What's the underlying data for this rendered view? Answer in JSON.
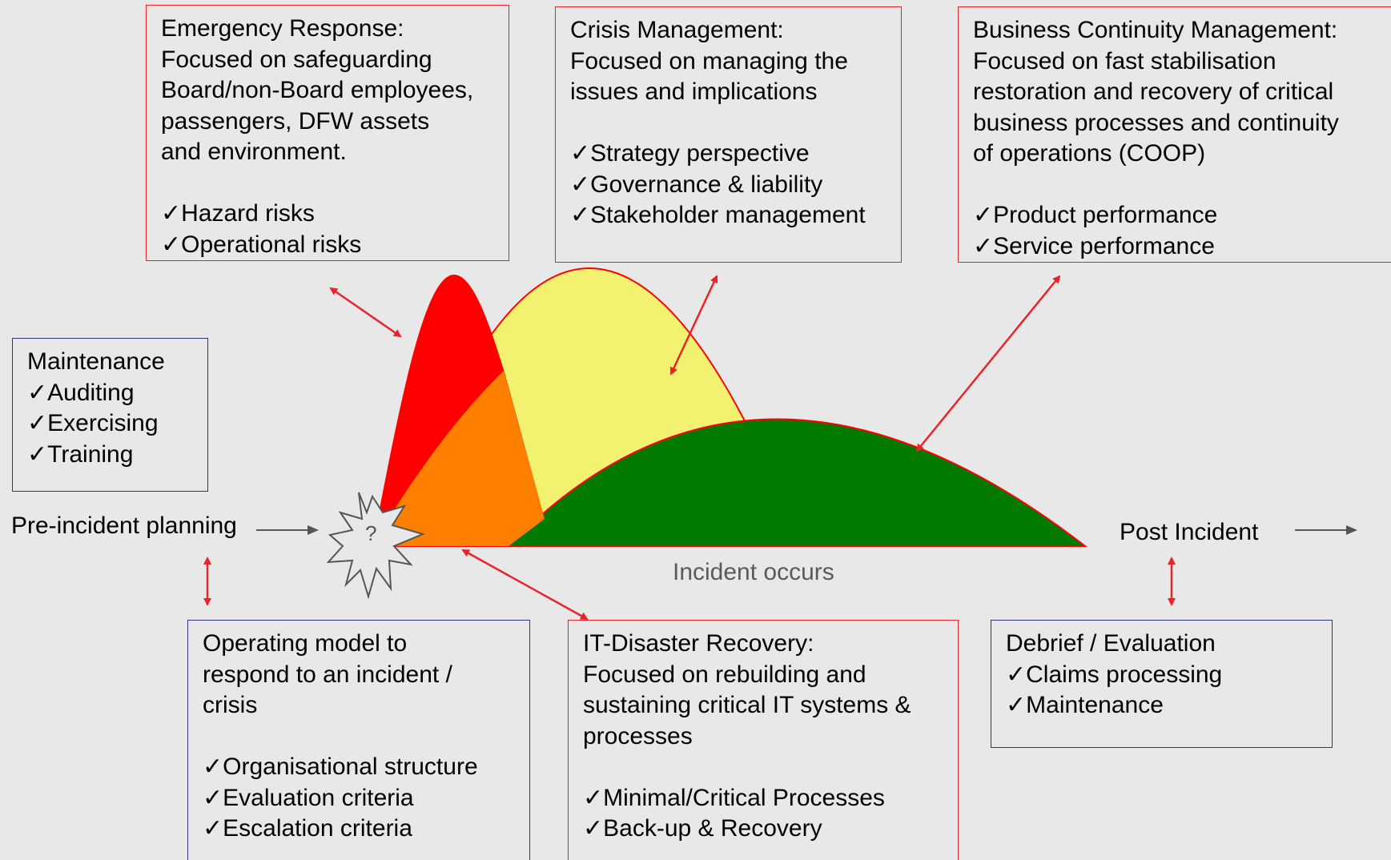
{
  "boxes": {
    "emergency": {
      "lines": [
        "Emergency Response:",
        "Focused on safeguarding",
        "Board/non-Board employees,",
        "passengers, DFW assets",
        "and environment."
      ],
      "checks": [
        "Hazard risks",
        "Operational risks"
      ]
    },
    "crisis": {
      "lines": [
        "Crisis Management:",
        "Focused on managing the",
        "issues and implications"
      ],
      "checks": [
        "Strategy perspective",
        "Governance & liability",
        "Stakeholder management"
      ]
    },
    "bcm": {
      "lines": [
        "Business Continuity Management:",
        "Focused on fast stabilisation",
        "restoration and recovery of critical",
        "business processes and continuity",
        "of operations (COOP)"
      ],
      "checks": [
        "Product performance",
        "Service performance"
      ]
    },
    "maintenance": {
      "lines": [
        "Maintenance"
      ],
      "checks": [
        "Auditing",
        "Exercising",
        "Training"
      ]
    },
    "operating": {
      "lines": [
        "Operating model to",
        "respond to an incident /",
        "crisis"
      ],
      "checks": [
        "Organisational structure",
        "Evaluation criteria",
        "Escalation criteria"
      ]
    },
    "itdr": {
      "lines": [
        "IT-Disaster Recovery:",
        "Focused on rebuilding and",
        "sustaining critical IT systems &",
        "processes"
      ],
      "checks": [
        "Minimal/Critical Processes",
        "Back-up & Recovery"
      ]
    },
    "debrief": {
      "lines": [
        "Debrief / Evaluation"
      ],
      "checks": [
        "Claims processing",
        "Maintenance"
      ]
    }
  },
  "labels": {
    "pre_incident": "Pre-incident planning",
    "post_incident": "Post Incident",
    "incident_occurs": "Incident occurs",
    "burst_mark": "?"
  },
  "colors": {
    "box_red_border": "#e8242a",
    "box_blue_border": "#33337a",
    "curve_red": "#ff0000",
    "curve_orange": "#ff8000",
    "curve_yellow": "#f2f270",
    "curve_green": "#007a00",
    "arrow_red": "#e8242a",
    "arrow_gray": "#555555",
    "background": "#e8e8e8"
  }
}
